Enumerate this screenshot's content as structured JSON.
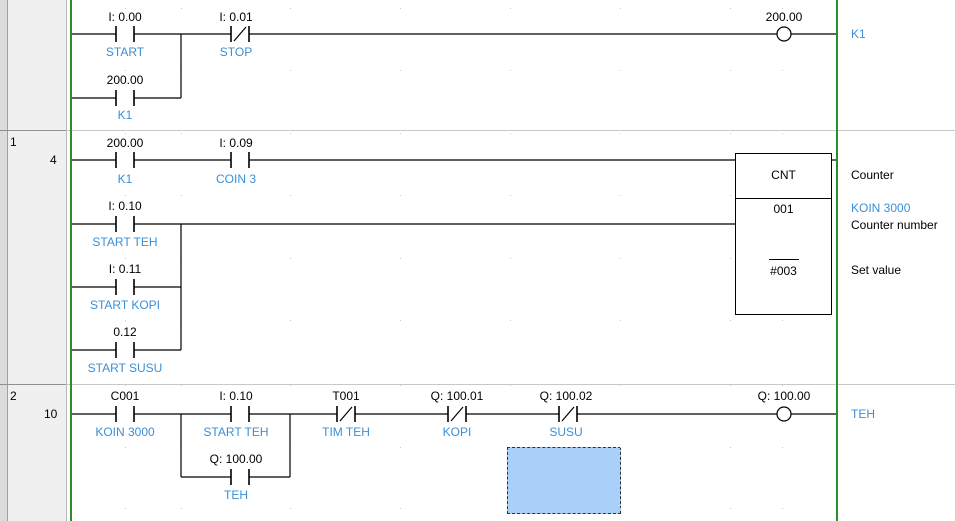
{
  "gutter": {
    "rungs": [
      {
        "index": "1",
        "step": "4"
      },
      {
        "index": "2",
        "step": "10"
      }
    ]
  },
  "rung0": {
    "contacts": [
      {
        "address": "I: 0.00",
        "symbol": "START",
        "type": "no"
      },
      {
        "address": "I: 0.01",
        "symbol": "STOP",
        "type": "nc"
      },
      {
        "address": "200.00",
        "symbol": "K1",
        "type": "no"
      }
    ],
    "coil": {
      "address": "200.00",
      "symbol": "K1"
    }
  },
  "rung1": {
    "contacts": [
      {
        "address": "200.00",
        "symbol": "K1",
        "type": "no"
      },
      {
        "address": "I: 0.09",
        "symbol": "COIN 3",
        "type": "no"
      },
      {
        "address": "I: 0.10",
        "symbol": "START TEH",
        "type": "no"
      },
      {
        "address": "I: 0.11",
        "symbol": "START KOPI",
        "type": "no"
      },
      {
        "address": "0.12",
        "symbol": "START SUSU",
        "type": "no"
      }
    ],
    "counter": {
      "title": "CNT",
      "number": "001",
      "set_value": "#003",
      "label_type": "Counter",
      "label_name": "KOIN 3000",
      "label_number": "Counter number",
      "label_set": "Set value"
    }
  },
  "rung2": {
    "contacts": [
      {
        "address": "C001",
        "symbol": "KOIN 3000",
        "type": "no"
      },
      {
        "address": "I: 0.10",
        "symbol": "START TEH",
        "type": "no"
      },
      {
        "address": "Q: 100.00",
        "symbol": "TEH",
        "type": "no"
      },
      {
        "address": "T001",
        "symbol": "TIM TEH",
        "type": "nc"
      },
      {
        "address": "Q: 100.01",
        "symbol": "KOPI",
        "type": "nc"
      },
      {
        "address": "Q: 100.02",
        "symbol": "SUSU",
        "type": "nc"
      }
    ],
    "coil": {
      "address": "Q: 100.00",
      "symbol": "TEH"
    }
  },
  "colors": {
    "rail": "#2e8b2e",
    "symbol_text": "#3a8fd8",
    "selection": "#a8d0f8"
  }
}
